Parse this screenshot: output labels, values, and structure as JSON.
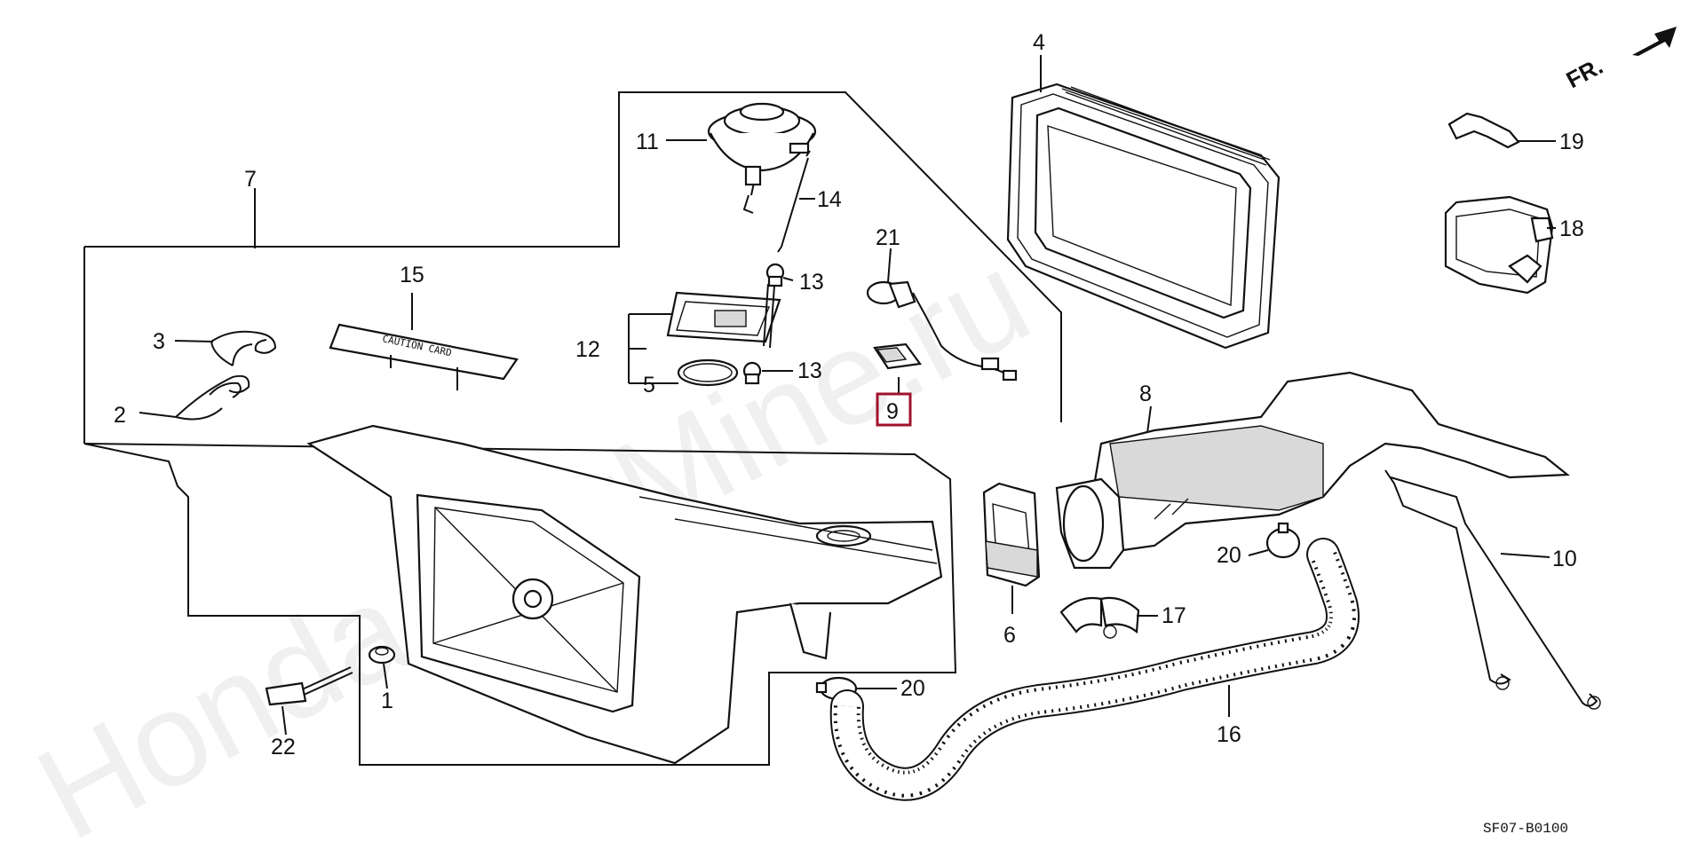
{
  "diagram": {
    "watermark": "Honda-CarMine.ru",
    "direction_label": "FR.",
    "diagram_code": "SF07-B0100",
    "highlight_color": "#a0122d",
    "callouts": {
      "c1": "1",
      "c2": "2",
      "c3": "3",
      "c4": "4",
      "c5": "5",
      "c6": "6",
      "c7": "7",
      "c8": "8",
      "c9": "9",
      "c10": "10",
      "c11": "11",
      "c12": "12",
      "c13a": "13",
      "c13b": "13",
      "c14": "14",
      "c15": "15",
      "c16": "16",
      "c17": "17",
      "c18": "18",
      "c19": "19",
      "c20a": "20",
      "c20b": "20",
      "c21": "21",
      "c22": "22"
    }
  }
}
